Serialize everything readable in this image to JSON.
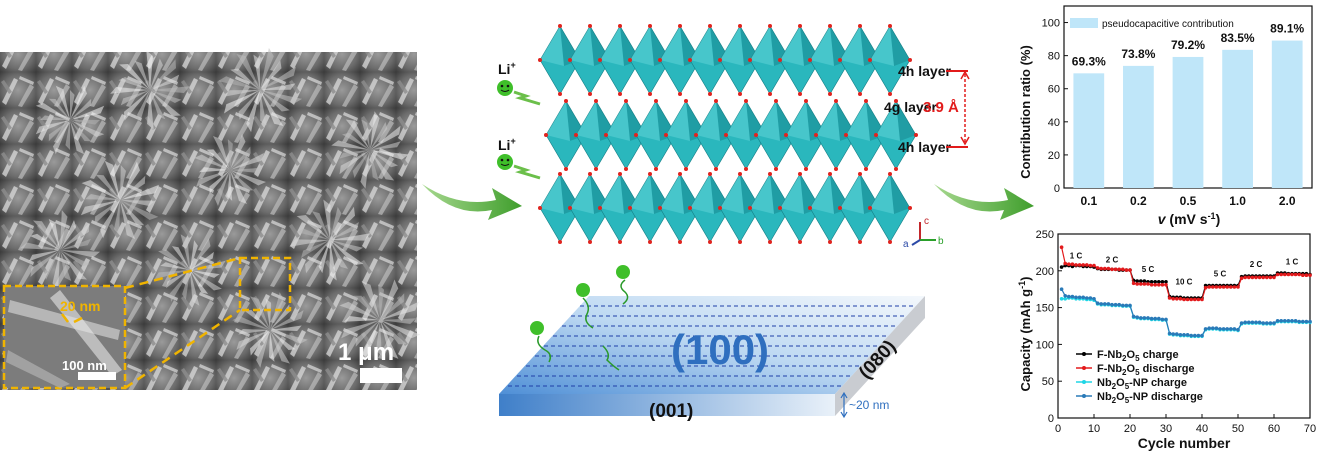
{
  "sem": {
    "scale_label": "1 μm",
    "inset_label_1": "20 nm",
    "inset_label_2": "100 nm"
  },
  "crystal": {
    "ion_label_1": "Li",
    "ion_label_2": "Li",
    "ion_superscript": "+",
    "layer_top": "4h layer",
    "layer_mid": "4g layer",
    "layer_bot": "4h layer",
    "spacing": "3.9 Å",
    "axis_c": "c",
    "axis_a": "a",
    "axis_b": "b"
  },
  "slab": {
    "face_top": "(100)",
    "face_front": "(001)",
    "face_side": "(080)",
    "thickness": "~20 nm"
  },
  "colors": {
    "octahedron": "#2ab7bd",
    "octahedron_dark": "#147f86",
    "oxygen": "#e0241f",
    "arrow": "#4caa3a",
    "bar": "#bfe6f9",
    "label_red": "#e21b1b",
    "fnb_charge": "#000000",
    "fnb_discharge": "#e31a1c",
    "np_charge": "#1fd6e6",
    "np_discharge": "#2a7ab8"
  },
  "chart_data": [
    {
      "type": "bar",
      "title": "",
      "xlabel": "v (mV s-1)",
      "ylabel": "Contribution ratio (%)",
      "ylim": [
        0,
        110
      ],
      "yticks": [
        0,
        20,
        40,
        60,
        80,
        100
      ],
      "categories": [
        "0.1",
        "0.2",
        "0.5",
        "1.0",
        "2.0"
      ],
      "series": [
        {
          "name": "pseudocapacitive contribution",
          "values": [
            69.3,
            73.8,
            79.2,
            83.5,
            89.1
          ]
        }
      ],
      "data_labels": [
        "69.3%",
        "73.8%",
        "79.2%",
        "83.5%",
        "89.1%"
      ],
      "legend": "top-left"
    },
    {
      "type": "line",
      "title": "",
      "xlabel": "Cycle number",
      "ylabel": "Capacity (mAh g-1)",
      "xlim": [
        0,
        70
      ],
      "ylim": [
        0,
        250
      ],
      "xticks": [
        0,
        10,
        20,
        30,
        40,
        50,
        60,
        70
      ],
      "yticks": [
        0,
        50,
        100,
        150,
        200,
        250
      ],
      "rate_labels": [
        {
          "text": "1 C",
          "x": 5,
          "y": 211
        },
        {
          "text": "2 C",
          "x": 15,
          "y": 206
        },
        {
          "text": "5 C",
          "x": 25,
          "y": 193
        },
        {
          "text": "10 C",
          "x": 35,
          "y": 176
        },
        {
          "text": "5 C",
          "x": 45,
          "y": 187
        },
        {
          "text": "2 C",
          "x": 55,
          "y": 200
        },
        {
          "text": "1 C",
          "x": 65,
          "y": 203
        }
      ],
      "legend": "bottom-left",
      "series": [
        {
          "name": "F-Nb2O5 charge",
          "color": "#000000",
          "x": [
            1,
            2,
            3,
            4,
            5,
            6,
            7,
            8,
            9,
            10,
            11,
            12,
            13,
            14,
            15,
            16,
            17,
            18,
            19,
            20,
            21,
            22,
            23,
            24,
            25,
            26,
            27,
            28,
            29,
            30,
            31,
            32,
            33,
            34,
            35,
            36,
            37,
            38,
            39,
            40,
            41,
            42,
            43,
            44,
            45,
            46,
            47,
            48,
            49,
            50,
            51,
            52,
            53,
            54,
            55,
            56,
            57,
            58,
            59,
            60,
            61,
            62,
            63,
            64,
            65,
            66,
            67,
            68,
            69,
            70
          ],
          "y": [
            205,
            207,
            207,
            206,
            207,
            207,
            206,
            206,
            206,
            205,
            203,
            202,
            202,
            202,
            202,
            202,
            201,
            201,
            201,
            201,
            187,
            186,
            186,
            186,
            185,
            185,
            185,
            185,
            185,
            185,
            165,
            164,
            164,
            164,
            163,
            163,
            163,
            163,
            163,
            163,
            180,
            180,
            180,
            180,
            180,
            180,
            180,
            180,
            180,
            180,
            192,
            193,
            193,
            193,
            193,
            193,
            193,
            193,
            193,
            193,
            197,
            197,
            197,
            196,
            196,
            196,
            196,
            196,
            196,
            195
          ]
        },
        {
          "name": "F-Nb2O5 discharge",
          "color": "#e31a1c",
          "x": [
            1,
            2,
            3,
            4,
            5,
            6,
            7,
            8,
            9,
            10,
            11,
            12,
            13,
            14,
            15,
            16,
            17,
            18,
            19,
            20,
            21,
            22,
            23,
            24,
            25,
            26,
            27,
            28,
            29,
            30,
            31,
            32,
            33,
            34,
            35,
            36,
            37,
            38,
            39,
            40,
            41,
            42,
            43,
            44,
            45,
            46,
            47,
            48,
            49,
            50,
            51,
            52,
            53,
            54,
            55,
            56,
            57,
            58,
            59,
            60,
            61,
            62,
            63,
            64,
            65,
            66,
            67,
            68,
            69,
            70
          ],
          "y": [
            232,
            210,
            209,
            209,
            208,
            208,
            208,
            208,
            207,
            207,
            204,
            203,
            203,
            203,
            202,
            202,
            202,
            202,
            201,
            201,
            183,
            182,
            182,
            182,
            182,
            181,
            181,
            181,
            181,
            181,
            163,
            162,
            162,
            162,
            161,
            161,
            161,
            161,
            161,
            161,
            177,
            178,
            178,
            178,
            178,
            178,
            178,
            178,
            178,
            178,
            190,
            191,
            191,
            191,
            191,
            191,
            191,
            191,
            191,
            191,
            195,
            195,
            195,
            195,
            195,
            195,
            195,
            194,
            194,
            194
          ]
        },
        {
          "name": "Nb2O5-NP charge",
          "color": "#1fd6e6",
          "x": [
            1,
            2,
            3,
            4,
            5,
            6,
            7,
            8,
            9,
            10,
            11,
            12,
            13,
            14,
            15,
            16,
            17,
            18,
            19,
            20,
            21,
            22,
            23,
            24,
            25,
            26,
            27,
            28,
            29,
            30,
            31,
            32,
            33,
            34,
            35,
            36,
            37,
            38,
            39,
            40,
            41,
            42,
            43,
            44,
            45,
            46,
            47,
            48,
            49,
            50,
            51,
            52,
            53,
            54,
            55,
            56,
            57,
            58,
            59,
            60,
            61,
            62,
            63,
            64,
            65,
            66,
            67,
            68,
            69,
            70
          ],
          "y": [
            162,
            162,
            163,
            163,
            162,
            162,
            162,
            161,
            161,
            160,
            155,
            154,
            154,
            154,
            153,
            153,
            153,
            152,
            152,
            152,
            137,
            136,
            135,
            135,
            135,
            134,
            134,
            134,
            133,
            133,
            114,
            113,
            113,
            112,
            112,
            112,
            111,
            111,
            111,
            111,
            120,
            121,
            121,
            121,
            120,
            120,
            120,
            120,
            120,
            119,
            128,
            129,
            129,
            129,
            129,
            129,
            128,
            128,
            128,
            128,
            131,
            131,
            131,
            131,
            131,
            131,
            130,
            130,
            130,
            130
          ]
        },
        {
          "name": "Nb2O5-NP discharge",
          "color": "#2a7ab8",
          "x": [
            1,
            2,
            3,
            4,
            5,
            6,
            7,
            8,
            9,
            10,
            11,
            12,
            13,
            14,
            15,
            16,
            17,
            18,
            19,
            20,
            21,
            22,
            23,
            24,
            25,
            26,
            27,
            28,
            29,
            30,
            31,
            32,
            33,
            34,
            35,
            36,
            37,
            38,
            39,
            40,
            41,
            42,
            43,
            44,
            45,
            46,
            47,
            48,
            49,
            50,
            51,
            52,
            53,
            54,
            55,
            56,
            57,
            58,
            59,
            60,
            61,
            62,
            63,
            64,
            65,
            66,
            67,
            68,
            69,
            70
          ],
          "y": [
            175,
            166,
            165,
            165,
            164,
            164,
            164,
            163,
            163,
            162,
            156,
            155,
            155,
            155,
            154,
            154,
            154,
            153,
            153,
            153,
            138,
            137,
            136,
            136,
            136,
            135,
            135,
            135,
            134,
            134,
            115,
            114,
            114,
            113,
            113,
            113,
            112,
            112,
            112,
            112,
            121,
            122,
            122,
            122,
            121,
            121,
            121,
            121,
            121,
            120,
            129,
            130,
            130,
            130,
            130,
            130,
            129,
            129,
            129,
            129,
            132,
            132,
            132,
            132,
            132,
            132,
            131,
            131,
            131,
            131
          ]
        }
      ],
      "legend_entries": [
        {
          "prefix": "F-Nb",
          "sub1": "2",
          "mid": "O",
          "sub2": "5",
          "suffix": " charge"
        },
        {
          "prefix": "F-Nb",
          "sub1": "2",
          "mid": "O",
          "sub2": "5",
          "suffix": " discharge"
        },
        {
          "prefix": "Nb",
          "sub1": "2",
          "mid": "O",
          "sub2": "5",
          "suffix": "-NP charge"
        },
        {
          "prefix": "Nb",
          "sub1": "2",
          "mid": "O",
          "sub2": "5",
          "suffix": "-NP discharge"
        }
      ]
    }
  ]
}
